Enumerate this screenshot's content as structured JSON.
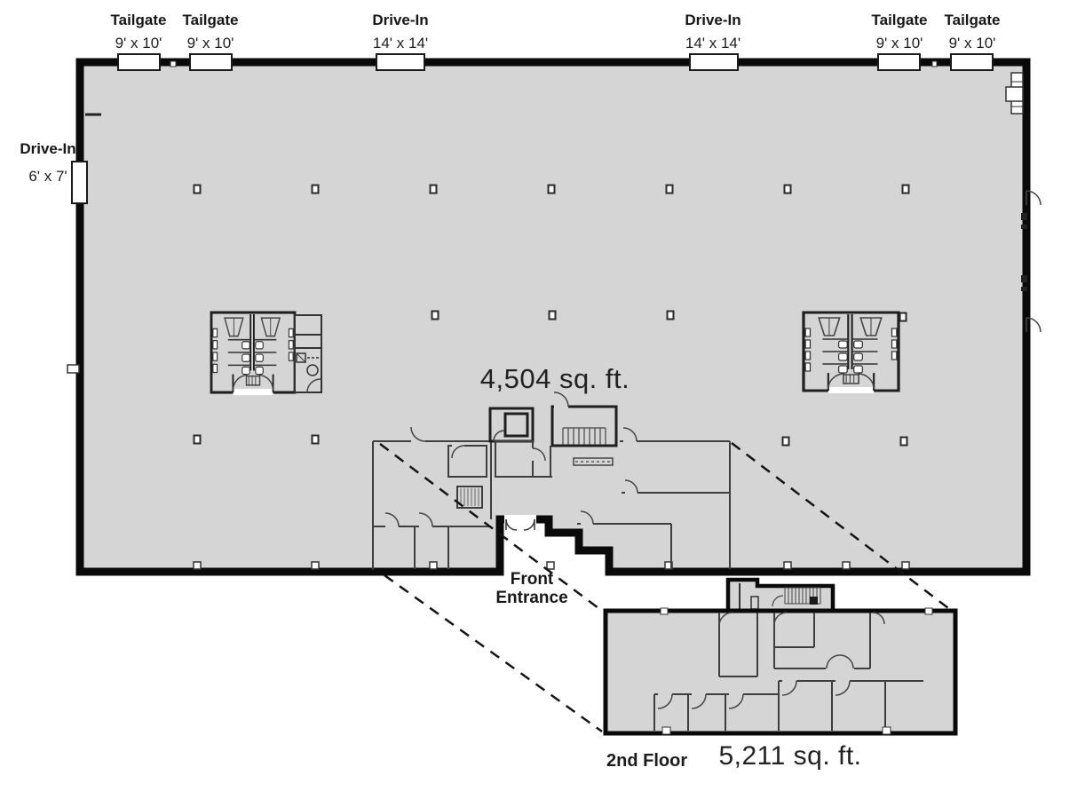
{
  "colors": {
    "floor_fill": "#d5d5d5",
    "wall": "#0d0d0d",
    "thin_wall": "#3e3e3e",
    "background": "#ffffff"
  },
  "doors": {
    "top": [
      {
        "type": "Tailgate",
        "size": "9' x 10'"
      },
      {
        "type": "Tailgate",
        "size": "9' x 10'"
      },
      {
        "type": "Drive-In",
        "size": "14' x 14'"
      },
      {
        "type": "Drive-In",
        "size": "14' x 14'"
      },
      {
        "type": "Tailgate",
        "size": "9' x 10'"
      },
      {
        "type": "Tailgate",
        "size": "9' x 10'"
      }
    ],
    "left": {
      "type": "Drive-In",
      "size": "6' x 7'"
    }
  },
  "floors": {
    "first": {
      "area_label": "4,504 sq. ft."
    },
    "second": {
      "name": "2nd Floor",
      "area_label": "5,211 sq. ft."
    }
  },
  "annotations": {
    "front_entrance_line1": "Front",
    "front_entrance_line2": "Entrance"
  }
}
